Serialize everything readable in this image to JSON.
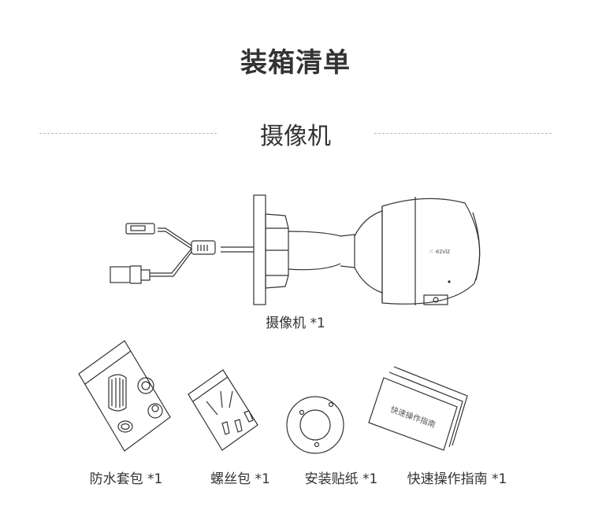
{
  "header": {
    "title": "装箱清单"
  },
  "section": {
    "title": "摄像机"
  },
  "camera": {
    "label": "摄像机 *1",
    "logo": "ezviz"
  },
  "accessories": [
    {
      "label": "防水套包 *1"
    },
    {
      "label": "螺丝包 *1"
    },
    {
      "label": "安装贴纸 *1"
    },
    {
      "label": "快速操作指南 *1",
      "cover_text": "快速操作指南"
    }
  ]
}
